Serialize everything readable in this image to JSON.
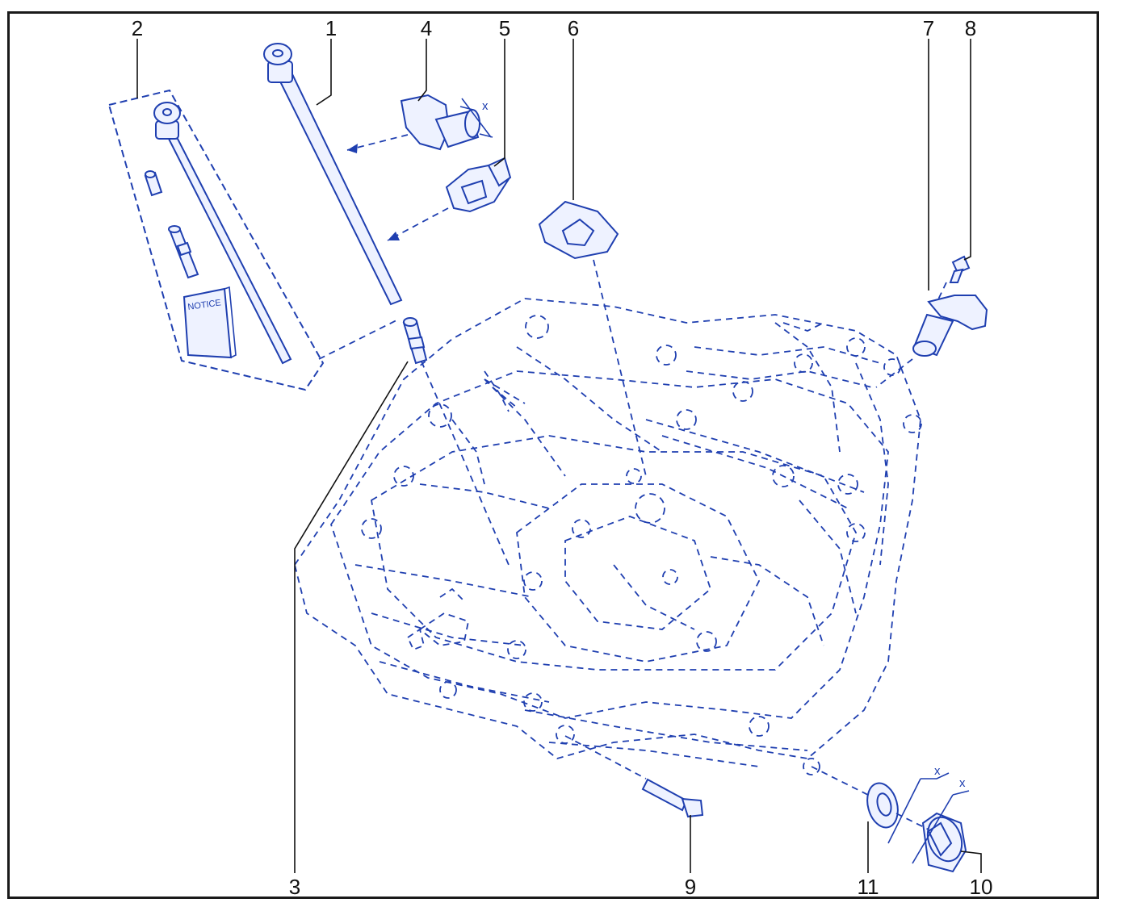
{
  "callouts": [
    {
      "id": "1",
      "label": "1"
    },
    {
      "id": "2",
      "label": "2"
    },
    {
      "id": "3",
      "label": "3"
    },
    {
      "id": "4",
      "label": "4"
    },
    {
      "id": "5",
      "label": "5"
    },
    {
      "id": "6",
      "label": "6"
    },
    {
      "id": "7",
      "label": "7"
    },
    {
      "id": "8",
      "label": "8"
    },
    {
      "id": "9",
      "label": "9"
    },
    {
      "id": "10",
      "label": "10"
    },
    {
      "id": "11",
      "label": "11"
    }
  ],
  "annotations": {
    "dimension_mark": "x",
    "booklet_text": "NOTICE"
  },
  "colors": {
    "line_art": "#1f3fb0",
    "callout_text": "#111111",
    "frame": "#1a1a1a"
  }
}
